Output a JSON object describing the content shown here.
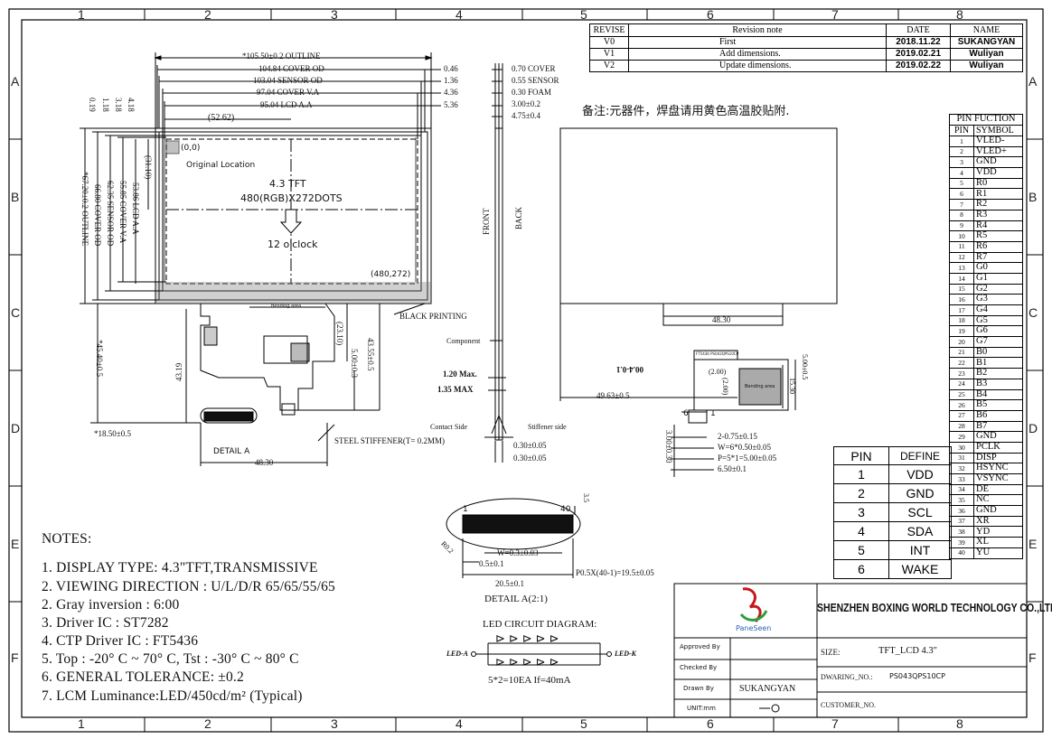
{
  "frame": {
    "cols": [
      "1",
      "2",
      "3",
      "4",
      "5",
      "6",
      "7",
      "8"
    ],
    "rows": [
      "A",
      "B",
      "C",
      "D",
      "E",
      "F"
    ]
  },
  "revision": {
    "headers": [
      "REVISE",
      "Revision note",
      "DATE",
      "NAME"
    ],
    "rows": [
      [
        "V0",
        "First",
        "2018.11.22",
        "SUKANGYAN"
      ],
      [
        "V1",
        "Add dimensions.",
        "2019.02.21",
        "Wuliyan"
      ],
      [
        "V2",
        "Update dimensions.",
        "2019.02.22",
        "Wuliyan"
      ]
    ]
  },
  "remark_cn": "备注:元器件，焊盘请用黄色高温胶贴附.",
  "front_view": {
    "dims_top": [
      "*105.50±0.2 OUTLINE",
      "104.84 COVER OD",
      "103.04 SENSOR OD",
      "97.04 COVER V.A",
      "95.04 LCD A.A"
    ],
    "dims_top_right": [
      "0.46",
      "1.36",
      "4.36",
      "5.36"
    ],
    "dims_left_top": [
      "0.19",
      "1.18",
      "3.18",
      "4.18"
    ],
    "dims_left": [
      "*67.20±0.2 OUTLINE",
      "66.80 COVER OD",
      "62.35 SENSOR OD",
      "55.85 COVER V.A",
      "53.86 LCD A.A"
    ],
    "dim_half_w": "(52.62)",
    "dim_half_h": "(31.10)",
    "origin": "(0,0)",
    "origin_note": "Original Location",
    "panel_title": "4.3 TFT",
    "panel_res": "480(RGB)X272DOTS",
    "panel_dir": "12 o'clock",
    "end_point": "(480,272)",
    "black_printing": "BLACK PRINTING",
    "bending": "Bending area",
    "dim_fpc_a": "(23.10)",
    "dim_fpc_b": "5.00±0.3",
    "dim_fpc_c": "43.55±0.5",
    "dim_fpc_d": "43.19",
    "dim_fpc_e": "*45.40±0.5",
    "dim_fpc_f": "*18.50±0.5",
    "dim_fpc_w": "48.30",
    "detail": "DETAIL A",
    "stiffener": "STEEL STIFFENER(T= 0.2MM)"
  },
  "side_view": {
    "dims": [
      "0.70 COVER",
      "0.55 SENSOR",
      "0.30 FOAM",
      "3.00±0.2",
      "4.75±0.4"
    ],
    "front": "FRONT",
    "back": "BACK",
    "component": "Component",
    "d1": "1.20 Max.",
    "d2": "1.35 MAX",
    "contact": "Contact Side",
    "stiff": "Stiffener side",
    "bottom": [
      "0.30±0.05",
      "0.30±0.05"
    ]
  },
  "detail_a": {
    "pin1": "1",
    "pin40": "40",
    "d_h": "3.5",
    "d_r": "R0.2",
    "d_w": "W=0.3±0.03",
    "d_off": "0.5±0.1",
    "d_total": "20.5±0.1",
    "d_pitch": "P0.5X(40-1)=19.5±0.05",
    "title": "DETAIL A(2:1)"
  },
  "led": {
    "title": "LED CIRCUIT DIAGRAM:",
    "anode": "LED-A",
    "cathode": "LED-K",
    "spec": "5*2=10EA   If=40mA"
  },
  "back_view": {
    "d1": "48.30",
    "d2": "49.63±0.5",
    "d3": "00.4-0.1",
    "d4": "(2.00)",
    "d5": "(2.00)",
    "d6": "15.30",
    "d7": "5.00±0.5",
    "pin6": "6",
    "pin1": "1",
    "d8": "2-0.75±0.15",
    "d9": "W=6*0.50±0.05",
    "d10": "P=5*1=5.00±0.05",
    "d11": "6.50±0.1",
    "d12": "3.00±0.30",
    "chip_label": "FT5436 PS043QPS10CP",
    "bend": "Bending area"
  },
  "ctp_pins": {
    "headers": [
      "PIN",
      "DEFINE"
    ],
    "rows": [
      [
        "1",
        "VDD"
      ],
      [
        "2",
        "GND"
      ],
      [
        "3",
        "SCL"
      ],
      [
        "4",
        "SDA"
      ],
      [
        "5",
        "INT"
      ],
      [
        "6",
        "WAKE"
      ]
    ]
  },
  "pin_function": {
    "title": "PIN FUCTION",
    "headers": [
      "PIN",
      "SYMBOL"
    ],
    "rows": [
      [
        "1",
        "VLED-"
      ],
      [
        "2",
        "VLED+"
      ],
      [
        "3",
        "GND"
      ],
      [
        "4",
        "VDD"
      ],
      [
        "5",
        "R0"
      ],
      [
        "6",
        "R1"
      ],
      [
        "7",
        "R2"
      ],
      [
        "8",
        "R3"
      ],
      [
        "9",
        "R4"
      ],
      [
        "10",
        "R5"
      ],
      [
        "11",
        "R6"
      ],
      [
        "12",
        "R7"
      ],
      [
        "13",
        "G0"
      ],
      [
        "14",
        "G1"
      ],
      [
        "15",
        "G2"
      ],
      [
        "16",
        "G3"
      ],
      [
        "17",
        "G4"
      ],
      [
        "18",
        "G5"
      ],
      [
        "19",
        "G6"
      ],
      [
        "20",
        "G7"
      ],
      [
        "21",
        "B0"
      ],
      [
        "22",
        "B1"
      ],
      [
        "23",
        "B2"
      ],
      [
        "24",
        "B3"
      ],
      [
        "25",
        "B4"
      ],
      [
        "26",
        "B5"
      ],
      [
        "27",
        "B6"
      ],
      [
        "28",
        "B7"
      ],
      [
        "29",
        "GND"
      ],
      [
        "30",
        "PCLK"
      ],
      [
        "31",
        "DISP"
      ],
      [
        "32",
        "HSYNC"
      ],
      [
        "33",
        "VSYNC"
      ],
      [
        "34",
        "DE"
      ],
      [
        "35",
        "NC"
      ],
      [
        "36",
        "GND"
      ],
      [
        "37",
        "XR"
      ],
      [
        "38",
        "YD"
      ],
      [
        "39",
        "XL"
      ],
      [
        "40",
        "YU"
      ]
    ]
  },
  "notes": {
    "title": "NOTES:",
    "items": [
      "1. DISPLAY TYPE: 4.3\"TFT,TRANSMISSIVE",
      "2. VIEWING DIRECTION : U/L/D/R 65/65/55/65",
      "2. Gray inversion : 6:00",
      "3. Driver IC : ST7282",
      "4. CTP Driver IC : FT5436",
      "5. Top : -20° C ~ 70° C, Tst : -30° C ~ 80° C",
      "6. GENERAL TOLERANCE: ±0.2",
      "7. LCM Luminance:LED/450cd/m² (Typical)"
    ]
  },
  "title_block": {
    "logo": "PaneSeen",
    "company": "SHENZHEN BOXING WORLD TECHNOLOGY CO.,LTD",
    "approved": "Approved By",
    "checked": "Checked By",
    "drawn": "Drawn By",
    "drawn_name": "SUKANGYAN",
    "unit": "UNIT:mm",
    "size_label": "SIZE:",
    "size_value": "TFT_LCD  4.3\"",
    "dwg_label": "DWARING_NO.:",
    "dwg_value": "PS043QPS10CP",
    "customer_label": "CUSTOMER_NO."
  }
}
